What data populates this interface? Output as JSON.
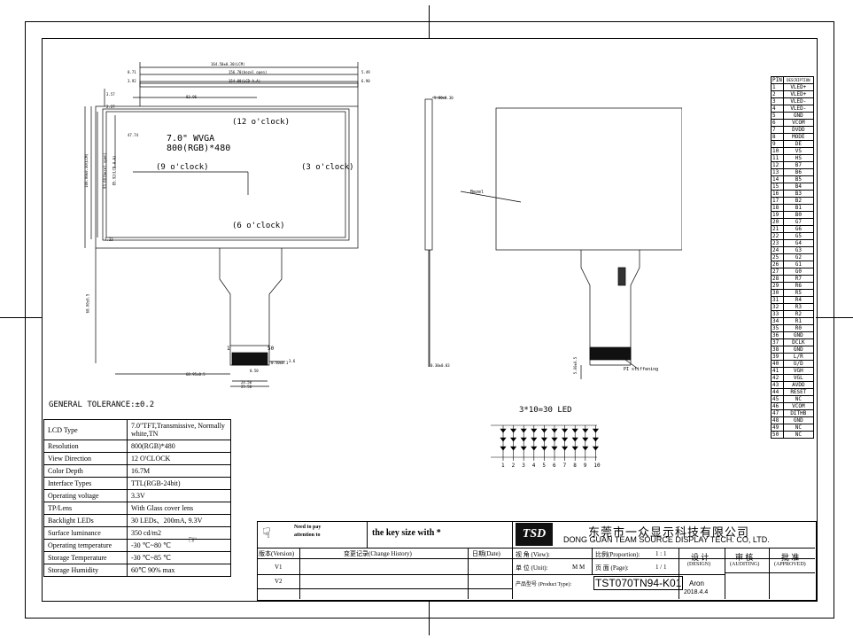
{
  "panel": {
    "line1": "7.0\" WVGA",
    "line2": "800(RGB)*480",
    "clock_12": "(12 o'clock)",
    "clock_9": "(9 o'clock)",
    "clock_3": "(3 o'clock)",
    "clock_6": "(6 o'clock)"
  },
  "dims": {
    "top_outline": "164.50±0.30(LCM)",
    "bezel": "156.70(bezel open)",
    "aa": "154.08(LCD A.A)",
    "left1": "8.71",
    "left2": "3.92",
    "right1": "5.49",
    "right2": "6.90",
    "d1": "83.96",
    "v1": "3.57",
    "v2": "2.27",
    "v3": "47.74",
    "side1": "100.00±0.30(LCM)",
    "side2": "93.60(bezel open)",
    "side3": "85.92(LCD A.A)",
    "bottom_v": "7.33",
    "tail_v": "68.00±0.5",
    "pin1": "1",
    "pin50": "50",
    "t1": "0.50±0.1",
    "t2": "0.50",
    "t3": "3.6",
    "t4": "24.50",
    "t5": "25.50",
    "fpc_x": "68.95±0.5",
    "thick": "5.80±0.30",
    "fpc_t": "0.30±0.03",
    "side_v": "5.00±0.5",
    "bezel_label": "Bezel",
    "stiff": "PI stiffening"
  },
  "tolerance": "GENERAL TOLERANCE:±0.2",
  "led": {
    "title": "3*10=30 LED",
    "numbers": [
      "1",
      "2",
      "3",
      "4",
      "5",
      "6",
      "7",
      "8",
      "9",
      "10"
    ]
  },
  "spec": [
    {
      "k": "LCD Type",
      "v": "7.0\"TFT,Transmissive, Normally white,TN"
    },
    {
      "k": "Resolution",
      "v": "800(RGB)*480"
    },
    {
      "k": "View Direction",
      "v": "12  O'CLOCK"
    },
    {
      "k": "Color Depth",
      "v": "16.7M"
    },
    {
      "k": "Interface Types",
      "v": "TTL(RGB-24bit)"
    },
    {
      "k": "Operating voltage",
      "v": "3.3V"
    },
    {
      "k": "TP/Lens",
      "v": "With Glass cover lens"
    },
    {
      "k": "Backlight LEDs",
      "v": "30 LEDs、200mA, 9.3V"
    },
    {
      "k": "Surface luminance",
      "v": "350 cd/m2"
    },
    {
      "k": "Operating temperature",
      "v": "-30 ℃~80 ℃"
    },
    {
      "k": "Storage Temperature",
      "v": "-30 ℃~85 ℃"
    },
    {
      "k": "Storage Humidity",
      "v": "60℃  90%  max"
    }
  ],
  "pins": {
    "head_n": "PIN",
    "head_d": "DESCRIPTION",
    "rows": [
      "VLED+",
      "VLED+",
      "VLED-",
      "VLED-",
      "GND",
      "VCOM",
      "DVDD",
      "MODE",
      "DE",
      "VS",
      "HS",
      "B7",
      "B6",
      "B5",
      "B4",
      "B3",
      "B2",
      "B1",
      "B0",
      "G7",
      "G6",
      "G5",
      "G4",
      "G3",
      "G2",
      "G1",
      "G0",
      "R7",
      "R6",
      "R5",
      "R4",
      "R3",
      "R2",
      "R1",
      "R0",
      "GND",
      "DCLK",
      "GND",
      "L/R",
      "U/D",
      "VGH",
      "VGL",
      "AVDD",
      "RESET",
      "NC",
      "VCOM",
      "DITHB",
      "GND",
      "NC",
      "NC"
    ]
  },
  "title_block": {
    "attention1": "Need to pay",
    "attention2": "attention to",
    "key_size": "the key size with *",
    "company_cn": "东莞市一众显示科技有限公司",
    "company_en": "DONG GUAN TEAM SOURCE DISPLAY TECH. CO, LTD.",
    "logo": "TSD",
    "version_h": "版本(Version)",
    "change_h": "变更记录(Change History)",
    "date_h": "日期(Date)",
    "v1": "V1",
    "v2": "V2",
    "view_k": "视  角 (View):",
    "prop_k": "比例(Proportion):",
    "prop_v": "1 : 1",
    "unit_k": "单  位 (Unit):",
    "unit_v": "M M",
    "page_k": "页  面 (Page):",
    "page_v": "1 / 1",
    "pt_k": "产品型号 (Product Type):",
    "pt_v": "TST070TN94-K01",
    "design_cn": "设  计",
    "design_en": "(DESIGN)",
    "audit_cn": "审  核",
    "audit_en": "(AUDITING)",
    "approve_cn": "批  准",
    "approve_en": "(APPROVED)",
    "designer": "Aron",
    "design_date": "2018.4.4"
  }
}
